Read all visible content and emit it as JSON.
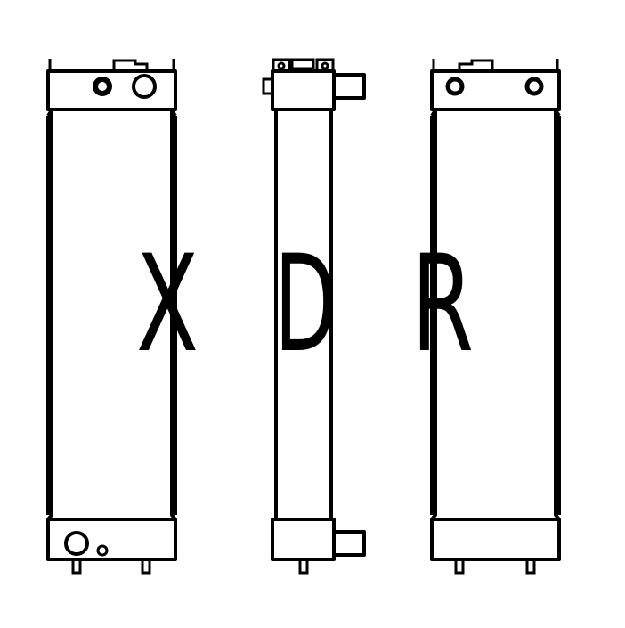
{
  "watermark": {
    "text": "XDR",
    "letters": [
      "X",
      "D",
      "R"
    ],
    "color": "#000000"
  },
  "views": [
    {
      "name": "front-view"
    },
    {
      "name": "side-view"
    },
    {
      "name": "rear-view"
    }
  ],
  "colors": {
    "line": "#000000",
    "background": "#ffffff"
  }
}
